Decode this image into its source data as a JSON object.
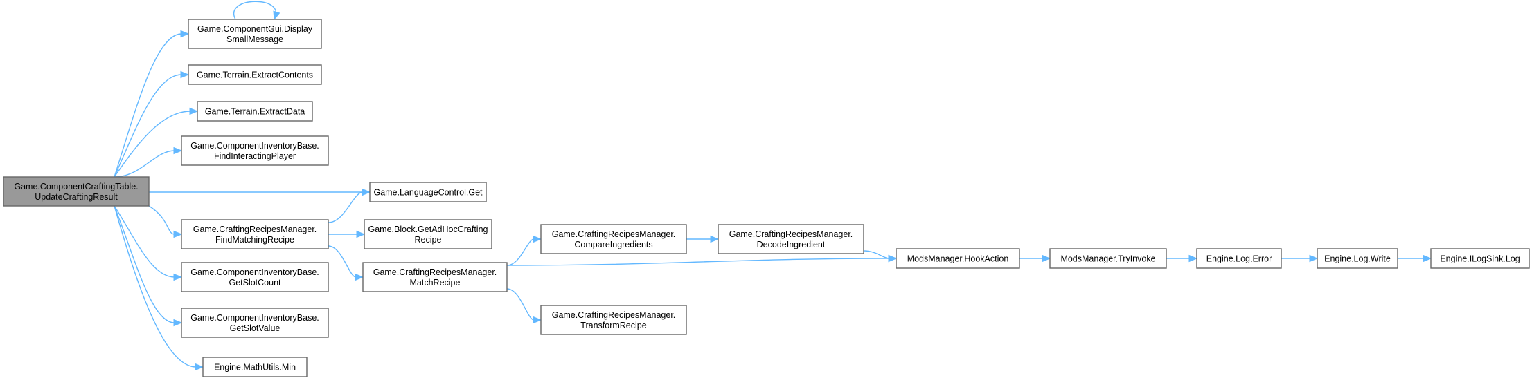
{
  "diagram": {
    "type": "call-graph",
    "colors": {
      "root_fill": "#999999",
      "node_fill": "#ffffff",
      "node_border": "#666666",
      "edge": "#63b8ff"
    },
    "nodes": [
      {
        "id": "root",
        "lines": [
          "Game.ComponentCraftingTable.",
          "UpdateCraftingResult"
        ],
        "root": true
      },
      {
        "id": "display",
        "lines": [
          "Game.ComponentGui.Display",
          "SmallMessage"
        ]
      },
      {
        "id": "extractContents",
        "lines": [
          "Game.Terrain.ExtractContents"
        ]
      },
      {
        "id": "extractData",
        "lines": [
          "Game.Terrain.ExtractData"
        ]
      },
      {
        "id": "findPlayer",
        "lines": [
          "Game.ComponentInventoryBase.",
          "FindInteractingPlayer"
        ]
      },
      {
        "id": "langGet",
        "lines": [
          "Game.LanguageControl.Get"
        ]
      },
      {
        "id": "findRecipe",
        "lines": [
          "Game.CraftingRecipesManager.",
          "FindMatchingRecipe"
        ]
      },
      {
        "id": "adHoc",
        "lines": [
          "Game.Block.GetAdHocCrafting",
          "Recipe"
        ]
      },
      {
        "id": "slotCount",
        "lines": [
          "Game.ComponentInventoryBase.",
          "GetSlotCount"
        ]
      },
      {
        "id": "slotValue",
        "lines": [
          "Game.ComponentInventoryBase.",
          "GetSlotValue"
        ]
      },
      {
        "id": "min",
        "lines": [
          "Engine.MathUtils.Min"
        ]
      },
      {
        "id": "matchRecipe",
        "lines": [
          "Game.CraftingRecipesManager.",
          "MatchRecipe"
        ]
      },
      {
        "id": "compare",
        "lines": [
          "Game.CraftingRecipesManager.",
          "CompareIngredients"
        ]
      },
      {
        "id": "transform",
        "lines": [
          "Game.CraftingRecipesManager.",
          "TransformRecipe"
        ]
      },
      {
        "id": "decode",
        "lines": [
          "Game.CraftingRecipesManager.",
          "DecodeIngredient"
        ]
      },
      {
        "id": "hook",
        "lines": [
          "ModsManager.HookAction"
        ]
      },
      {
        "id": "tryInvoke",
        "lines": [
          "ModsManager.TryInvoke"
        ]
      },
      {
        "id": "logError",
        "lines": [
          "Engine.Log.Error"
        ]
      },
      {
        "id": "logWrite",
        "lines": [
          "Engine.Log.Write"
        ]
      },
      {
        "id": "sinkLog",
        "lines": [
          "Engine.ILogSink.Log"
        ]
      }
    ],
    "edges": [
      {
        "from": "root",
        "to": "display"
      },
      {
        "from": "display",
        "to": "display"
      },
      {
        "from": "root",
        "to": "extractContents"
      },
      {
        "from": "root",
        "to": "extractData"
      },
      {
        "from": "root",
        "to": "findPlayer"
      },
      {
        "from": "root",
        "to": "langGet"
      },
      {
        "from": "root",
        "to": "findRecipe"
      },
      {
        "from": "root",
        "to": "slotCount"
      },
      {
        "from": "root",
        "to": "slotValue"
      },
      {
        "from": "root",
        "to": "min"
      },
      {
        "from": "findRecipe",
        "to": "langGet"
      },
      {
        "from": "findRecipe",
        "to": "adHoc"
      },
      {
        "from": "findRecipe",
        "to": "matchRecipe"
      },
      {
        "from": "matchRecipe",
        "to": "compare"
      },
      {
        "from": "matchRecipe",
        "to": "transform"
      },
      {
        "from": "matchRecipe",
        "to": "hook"
      },
      {
        "from": "compare",
        "to": "decode"
      },
      {
        "from": "decode",
        "to": "hook"
      },
      {
        "from": "hook",
        "to": "tryInvoke"
      },
      {
        "from": "tryInvoke",
        "to": "logError"
      },
      {
        "from": "logError",
        "to": "logWrite"
      },
      {
        "from": "logWrite",
        "to": "sinkLog"
      }
    ]
  }
}
